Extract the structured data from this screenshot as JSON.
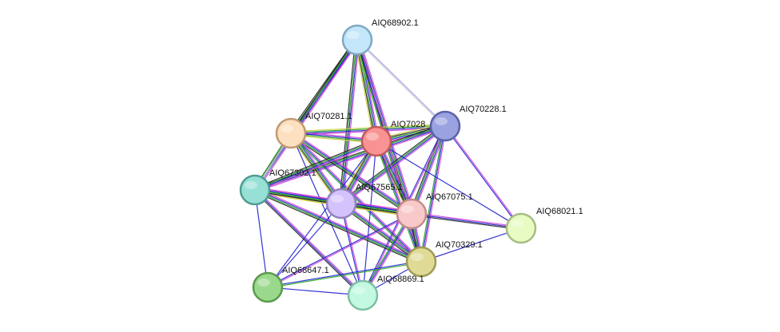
{
  "network": {
    "nodes": [
      {
        "id": "AIQ68902.1",
        "label": "AIQ68902.1",
        "color": "#c4e6fb",
        "stroke": "#7fa8c2"
      },
      {
        "id": "AIQ70228.1",
        "label": "AIQ70228.1",
        "color": "#9aa2e0",
        "stroke": "#5a63a8"
      },
      {
        "id": "AIQ70281.1",
        "label": "AIQ70281.1",
        "color": "#fde0bf",
        "stroke": "#c09a72"
      },
      {
        "id": "AIQ7028",
        "label": "AIQ7028",
        "color": "#f99393",
        "stroke": "#c05a5a"
      },
      {
        "id": "AIQ67302.1",
        "label": "AIQ67302.1",
        "color": "#97e0d6",
        "stroke": "#4f9c92"
      },
      {
        "id": "AIQ67565.1",
        "label": "AIQ67565.1",
        "color": "#d3c2fb",
        "stroke": "#9282bd"
      },
      {
        "id": "AIQ67075.1",
        "label": "AIQ67075.1",
        "color": "#f9c9c9",
        "stroke": "#c08c8c"
      },
      {
        "id": "AIQ68021.1",
        "label": "AIQ68021.1",
        "color": "#e7fbc2",
        "stroke": "#a6bd82"
      },
      {
        "id": "AIQ70329.1",
        "label": "AIQ70329.1",
        "color": "#dfdb96",
        "stroke": "#9f9b56"
      },
      {
        "id": "AIQ68647.1",
        "label": "AIQ68647.1",
        "color": "#9ad98c",
        "stroke": "#5a9a4c"
      },
      {
        "id": "AIQ68869.1",
        "label": "AIQ68869.1",
        "color": "#c2f9e0",
        "stroke": "#7fbfa3"
      }
    ],
    "edges": [
      {
        "source": "AIQ68902.1",
        "target": "AIQ70228.1",
        "colors": [
          "#a0a0f0",
          "#c8c8c8"
        ]
      },
      {
        "source": "AIQ68902.1",
        "target": "AIQ70281.1",
        "colors": [
          "#d040d0",
          "#2020d0",
          "#20a020",
          "#202020"
        ]
      },
      {
        "source": "AIQ68902.1",
        "target": "AIQ7028",
        "colors": [
          "#d040d0",
          "#2020d0",
          "#20a020",
          "#202020",
          "#d0d040"
        ]
      },
      {
        "source": "AIQ68902.1",
        "target": "AIQ67302.1",
        "colors": [
          "#d040d0",
          "#2020d0",
          "#20a020",
          "#202020"
        ]
      },
      {
        "source": "AIQ68902.1",
        "target": "AIQ67565.1",
        "colors": [
          "#d040d0",
          "#2020d0",
          "#20a020",
          "#202020"
        ]
      },
      {
        "source": "AIQ68902.1",
        "target": "AIQ67075.1",
        "colors": [
          "#d040d0",
          "#2020d0",
          "#20a020",
          "#202020",
          "#d0d040"
        ]
      },
      {
        "source": "AIQ68902.1",
        "target": "AIQ70329.1",
        "colors": [
          "#d040d0",
          "#2020d0",
          "#20a020"
        ]
      },
      {
        "source": "AIQ70228.1",
        "target": "AIQ70281.1",
        "colors": [
          "#d040d0",
          "#2020d0",
          "#20a020",
          "#d0d040"
        ]
      },
      {
        "source": "AIQ70228.1",
        "target": "AIQ7028",
        "colors": [
          "#d040d0",
          "#2020d0",
          "#20a020",
          "#202020",
          "#d0d040"
        ]
      },
      {
        "source": "AIQ70228.1",
        "target": "AIQ67302.1",
        "colors": [
          "#d040d0",
          "#2020d0",
          "#20a020",
          "#202020"
        ]
      },
      {
        "source": "AIQ70228.1",
        "target": "AIQ67565.1",
        "colors": [
          "#d040d0",
          "#2020d0",
          "#20a020",
          "#202020"
        ]
      },
      {
        "source": "AIQ70228.1",
        "target": "AIQ67075.1",
        "colors": [
          "#d040d0",
          "#2020d0",
          "#20a020",
          "#202020"
        ]
      },
      {
        "source": "AIQ70228.1",
        "target": "AIQ70329.1",
        "colors": [
          "#d040d0",
          "#2020d0",
          "#20a020"
        ]
      },
      {
        "source": "AIQ70228.1",
        "target": "AIQ68021.1",
        "colors": [
          "#d040d0",
          "#2020d0"
        ]
      },
      {
        "source": "AIQ70228.1",
        "target": "AIQ68869.1",
        "colors": [
          "#d040d0",
          "#2020d0"
        ]
      },
      {
        "source": "AIQ70281.1",
        "target": "AIQ7028",
        "colors": [
          "#d040d0",
          "#2020d0",
          "#20a020",
          "#d0d040"
        ]
      },
      {
        "source": "AIQ70281.1",
        "target": "AIQ67302.1",
        "colors": [
          "#a0a0f0",
          "#c8c8c8",
          "#20a020"
        ]
      },
      {
        "source": "AIQ70281.1",
        "target": "AIQ67565.1",
        "colors": [
          "#d040d0",
          "#2020d0",
          "#20a020",
          "#202020",
          "#d0d040"
        ]
      },
      {
        "source": "AIQ70281.1",
        "target": "AIQ67075.1",
        "colors": [
          "#d040d0",
          "#2020d0",
          "#20a020",
          "#202020"
        ]
      },
      {
        "source": "AIQ70281.1",
        "target": "AIQ70329.1",
        "colors": [
          "#d040d0",
          "#2020d0",
          "#20a020"
        ]
      },
      {
        "source": "AIQ70281.1",
        "target": "AIQ68869.1",
        "colors": [
          "#2020d0"
        ]
      },
      {
        "source": "AIQ7028",
        "target": "AIQ67302.1",
        "colors": [
          "#d040d0",
          "#2020d0",
          "#20a020",
          "#202020"
        ]
      },
      {
        "source": "AIQ7028",
        "target": "AIQ67565.1",
        "colors": [
          "#d040d0",
          "#2020d0",
          "#20a020",
          "#202020",
          "#d0d040"
        ]
      },
      {
        "source": "AIQ7028",
        "target": "AIQ67075.1",
        "colors": [
          "#d040d0",
          "#2020d0",
          "#20a020",
          "#202020",
          "#d0d040"
        ]
      },
      {
        "source": "AIQ7028",
        "target": "AIQ70329.1",
        "colors": [
          "#d040d0",
          "#2020d0",
          "#20a020"
        ]
      },
      {
        "source": "AIQ7028",
        "target": "AIQ68021.1",
        "colors": [
          "#2020d0"
        ]
      },
      {
        "source": "AIQ7028",
        "target": "AIQ68647.1",
        "colors": [
          "#2020d0"
        ]
      },
      {
        "source": "AIQ7028",
        "target": "AIQ68869.1",
        "colors": [
          "#2020d0"
        ]
      },
      {
        "source": "AIQ67302.1",
        "target": "AIQ67565.1",
        "colors": [
          "#d040d0",
          "#2020d0",
          "#20a020",
          "#202020",
          "#d0d040"
        ]
      },
      {
        "source": "AIQ67302.1",
        "target": "AIQ67075.1",
        "colors": [
          "#d040d0",
          "#2020d0",
          "#20a020",
          "#202020",
          "#d0d040"
        ]
      },
      {
        "source": "AIQ67302.1",
        "target": "AIQ70329.1",
        "colors": [
          "#d040d0",
          "#2020d0",
          "#20a020",
          "#202020"
        ]
      },
      {
        "source": "AIQ67302.1",
        "target": "AIQ68647.1",
        "colors": [
          "#2020d0"
        ]
      },
      {
        "source": "AIQ67302.1",
        "target": "AIQ68869.1",
        "colors": [
          "#d040d0",
          "#2020d0",
          "#202020"
        ]
      },
      {
        "source": "AIQ67565.1",
        "target": "AIQ67075.1",
        "colors": [
          "#d040d0",
          "#2020d0",
          "#20a020",
          "#202020",
          "#d0d040"
        ]
      },
      {
        "source": "AIQ67565.1",
        "target": "AIQ70329.1",
        "colors": [
          "#d040d0",
          "#2020d0",
          "#20a020",
          "#202020"
        ]
      },
      {
        "source": "AIQ67565.1",
        "target": "AIQ68647.1",
        "colors": [
          "#2020d0"
        ]
      },
      {
        "source": "AIQ67565.1",
        "target": "AIQ68869.1",
        "colors": [
          "#d040d0",
          "#2020d0"
        ]
      },
      {
        "source": "AIQ67075.1",
        "target": "AIQ70329.1",
        "colors": [
          "#d040d0",
          "#2020d0",
          "#20a020",
          "#202020"
        ]
      },
      {
        "source": "AIQ67075.1",
        "target": "AIQ68021.1",
        "colors": [
          "#d040d0",
          "#2020d0",
          "#202020"
        ]
      },
      {
        "source": "AIQ67075.1",
        "target": "AIQ68647.1",
        "colors": [
          "#d040d0",
          "#2020d0"
        ]
      },
      {
        "source": "AIQ67075.1",
        "target": "AIQ68869.1",
        "colors": [
          "#d040d0",
          "#2020d0",
          "#20a020"
        ]
      },
      {
        "source": "AIQ70329.1",
        "target": "AIQ68021.1",
        "colors": [
          "#2020d0"
        ]
      },
      {
        "source": "AIQ70329.1",
        "target": "AIQ68647.1",
        "colors": [
          "#20a020",
          "#2020d0"
        ]
      },
      {
        "source": "AIQ70329.1",
        "target": "AIQ68869.1",
        "colors": [
          "#2020d0"
        ]
      },
      {
        "source": "AIQ68647.1",
        "target": "AIQ68869.1",
        "colors": [
          "#2020d0"
        ]
      }
    ]
  }
}
